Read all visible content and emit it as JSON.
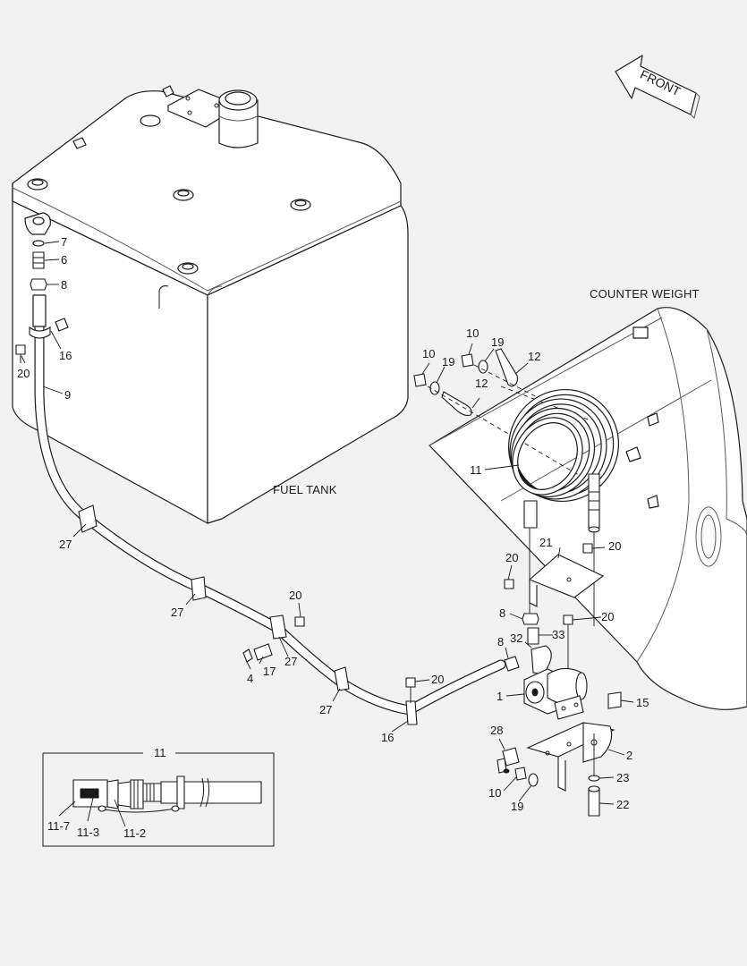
{
  "labels": {
    "fuel_tank": "FUEL TANK",
    "counter_weight": "COUNTER WEIGHT",
    "front": "FRONT",
    "detail_title": "11"
  },
  "callouts": [
    "7",
    "6",
    "8",
    "16",
    "20",
    "9",
    "10",
    "19",
    "12",
    "10",
    "19",
    "12",
    "11",
    "27",
    "27",
    "20",
    "17",
    "4",
    "27",
    "27",
    "20",
    "16",
    "21",
    "20",
    "20",
    "8",
    "20",
    "8",
    "32",
    "33",
    "1",
    "15",
    "28",
    "2",
    "23",
    "10",
    "19",
    "22"
  ],
  "detail_callouts": [
    "11-7",
    "11-3",
    "11-2"
  ]
}
